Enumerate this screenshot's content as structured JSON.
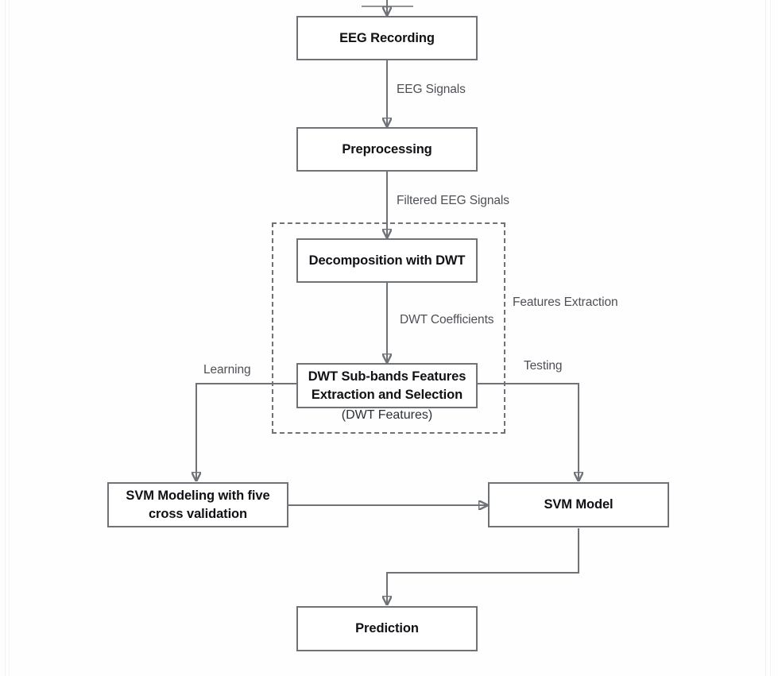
{
  "diagram": {
    "title": "EEG classification pipeline flowchart",
    "nodes": [
      {
        "id": "eeg_recording",
        "label": "EEG Recording"
      },
      {
        "id": "preprocessing",
        "label": "Preprocessing"
      },
      {
        "id": "decomposition",
        "label": "Decomposition with DWT"
      },
      {
        "id": "subbands_line1",
        "label": "DWT Sub-bands Features"
      },
      {
        "id": "subbands_line2",
        "label": "Extraction and Selection"
      },
      {
        "id": "svm_modeling_l1",
        "label": "SVM Modeling with five"
      },
      {
        "id": "svm_modeling_l2",
        "label": "cross validation"
      },
      {
        "id": "svm_model",
        "label": "SVM Model"
      },
      {
        "id": "prediction",
        "label": "Prediction"
      }
    ],
    "edge_labels": [
      {
        "id": "eeg_signals",
        "label": "EEG Signals"
      },
      {
        "id": "filtered_eeg_signals",
        "label": "Filtered EEG Signals"
      },
      {
        "id": "dwt_coefficients",
        "label": "DWT Coefficients"
      },
      {
        "id": "learning",
        "label": "Learning"
      },
      {
        "id": "testing",
        "label": "Testing"
      }
    ],
    "annotations": [
      {
        "id": "features_extraction",
        "label": "Features Extraction"
      },
      {
        "id": "dwt_features",
        "label": "(DWT Features)"
      }
    ],
    "colors": {
      "node_border": "#6f7276",
      "node_fill": "#ffffff",
      "connector": "#6f7276",
      "text": "#101114",
      "label_text": "#4d5054",
      "page_background": "#fefeff"
    }
  }
}
